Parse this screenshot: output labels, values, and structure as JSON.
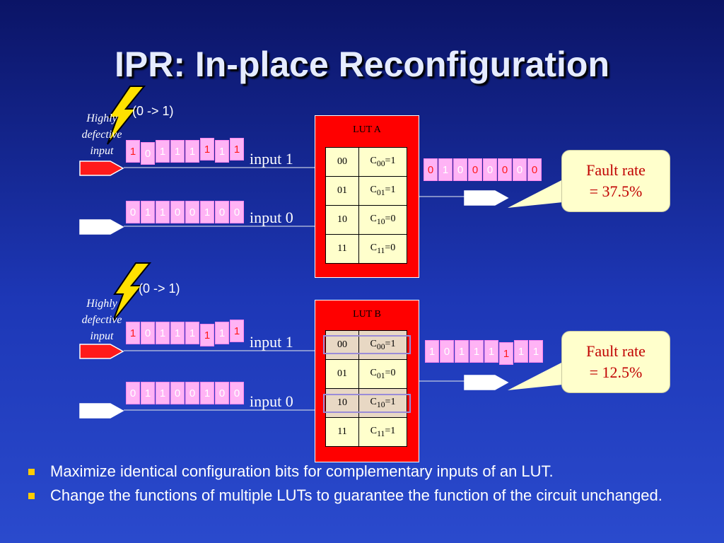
{
  "title": "IPR:  In-place Reconfiguration",
  "sections": [
    {
      "transition": "(0 -> 1)",
      "defective": [
        "Highly",
        "defective",
        "input"
      ],
      "input1_bits": [
        "1",
        "0",
        "1",
        "1",
        "1",
        "1",
        "1",
        "1"
      ],
      "input1_label": "input 1",
      "input0_bits": [
        "0",
        "1",
        "1",
        "0",
        "0",
        "1",
        "0",
        "0"
      ],
      "input0_label": "input 0",
      "lut": {
        "title": "LUT A",
        "rows": [
          {
            "addr": "00",
            "c": "C",
            "sub": "00",
            "val": "=1"
          },
          {
            "addr": "01",
            "c": "C",
            "sub": "01",
            "val": "=1"
          },
          {
            "addr": "10",
            "c": "C",
            "sub": "10",
            "val": "=0"
          },
          {
            "addr": "11",
            "c": "C",
            "sub": "11",
            "val": "=0"
          }
        ]
      },
      "output_bits": [
        "0",
        "1",
        "0",
        "0",
        "0",
        "0",
        "0",
        "0"
      ],
      "fault_rate": [
        "Fault rate",
        "= 37.5%"
      ]
    },
    {
      "transition": "(0 -> 1)",
      "defective": [
        "Highly",
        "defective",
        "input"
      ],
      "input1_bits": [
        "1",
        "0",
        "1",
        "1",
        "1",
        "1",
        "1",
        "1"
      ],
      "input1_label": "input 1",
      "input0_bits": [
        "0",
        "1",
        "1",
        "0",
        "0",
        "1",
        "0",
        "0"
      ],
      "input0_label": "input 0",
      "lut": {
        "title": "LUT B",
        "rows": [
          {
            "addr": "00",
            "c": "C",
            "sub": "00",
            "val": "=1"
          },
          {
            "addr": "01",
            "c": "C",
            "sub": "01",
            "val": "=0"
          },
          {
            "addr": "10",
            "c": "C",
            "sub": "10",
            "val": "=1"
          },
          {
            "addr": "11",
            "c": "C",
            "sub": "11",
            "val": "=1"
          }
        ]
      },
      "output_bits": [
        "1",
        "0",
        "1",
        "1",
        "1",
        "1",
        "1",
        "1"
      ],
      "fault_rate": [
        "Fault rate",
        "= 12.5%"
      ]
    }
  ],
  "bullets": [
    "Maximize identical configuration bits for complementary inputs of an LUT.",
    "Change the functions of multiple LUTs to guarantee the function of the circuit unchanged."
  ]
}
